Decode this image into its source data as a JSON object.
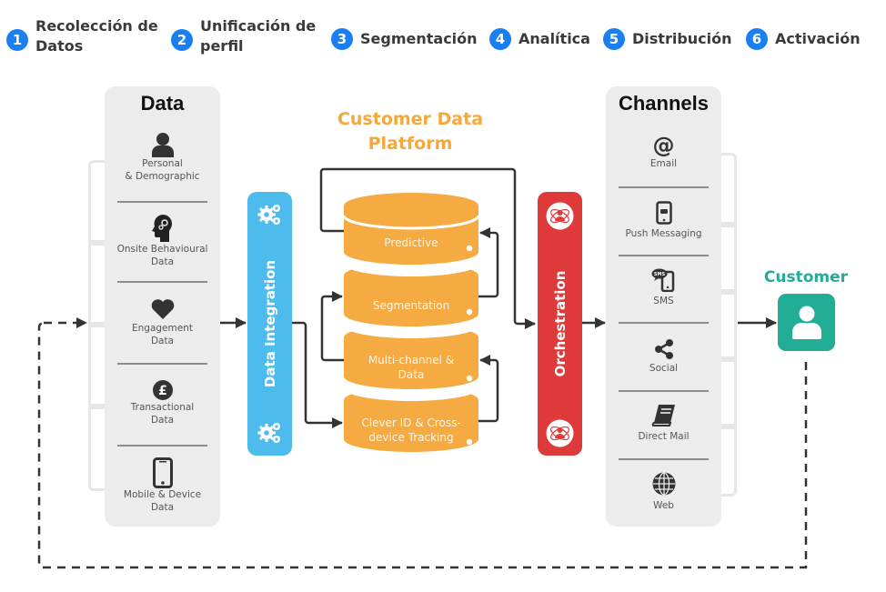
{
  "steps": [
    {
      "number": "1",
      "label": "Recolección de\nDatos"
    },
    {
      "number": "2",
      "label": "Unificación de\nperfil"
    },
    {
      "number": "3",
      "label": "Segmentación"
    },
    {
      "number": "4",
      "label": "Analítica"
    },
    {
      "number": "5",
      "label": "Distribución"
    },
    {
      "number": "6",
      "label": "Activación"
    }
  ],
  "data_panel": {
    "title": "Data",
    "items": [
      {
        "icon": "person-icon",
        "label": "Personal\n& Demographic"
      },
      {
        "icon": "head-gears-icon",
        "label": "Onsite Behavioural\nData"
      },
      {
        "icon": "heart-icon",
        "label": "Engagement\nData"
      },
      {
        "icon": "pound-icon",
        "label": "Transactional\nData"
      },
      {
        "icon": "mobile-icon",
        "label": "Mobile & Device\nData"
      }
    ]
  },
  "data_integration": {
    "label": "Data Integration",
    "icon": "gears-icon"
  },
  "cdp": {
    "title": "Customer Data\nPlatform",
    "layers": [
      {
        "label": "Predictive"
      },
      {
        "label": "Segmentation"
      },
      {
        "label": "Multi-channel &\nData"
      },
      {
        "label": "Clever ID & Cross-\ndevice Tracking"
      }
    ]
  },
  "orchestration": {
    "label": "Orchestration",
    "icon": "orchestration-icon"
  },
  "channels_panel": {
    "title": "Channels",
    "items": [
      {
        "icon": "at-icon",
        "label": "Email"
      },
      {
        "icon": "push-phone-icon",
        "label": "Push Messaging"
      },
      {
        "icon": "sms-icon",
        "label": "SMS"
      },
      {
        "icon": "share-icon",
        "label": "Social"
      },
      {
        "icon": "book-icon",
        "label": "Direct Mail"
      },
      {
        "icon": "globe-icon",
        "label": "Web"
      }
    ]
  },
  "customer": {
    "title": "Customer",
    "icon": "customer-user-icon"
  },
  "colors": {
    "step_badge": "#1a7ff0",
    "data_integration": "#4dbcec",
    "cdp": "#f5ab41",
    "orchestration": "#de3a3a",
    "customer": "#22ad97",
    "panel": "#ececec"
  }
}
